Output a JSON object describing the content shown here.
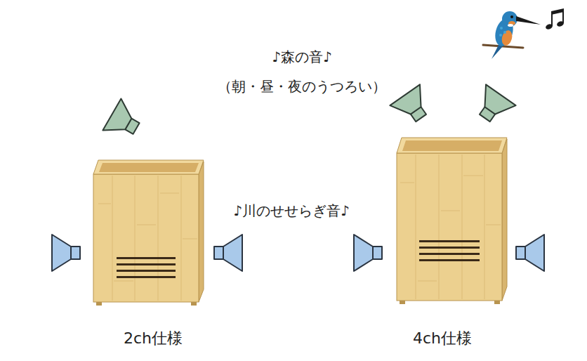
{
  "diagram": {
    "nodes": [
      {
        "text": [
          "♪森の音♪",
          "（朝・昼・夜のうつろい）"
        ]
      },
      {
        "text": [
          "♪川のせせらぎ音♪"
        ]
      }
    ],
    "labels": [
      "2ch仕様",
      "4ch仕様"
    ]
  }
}
